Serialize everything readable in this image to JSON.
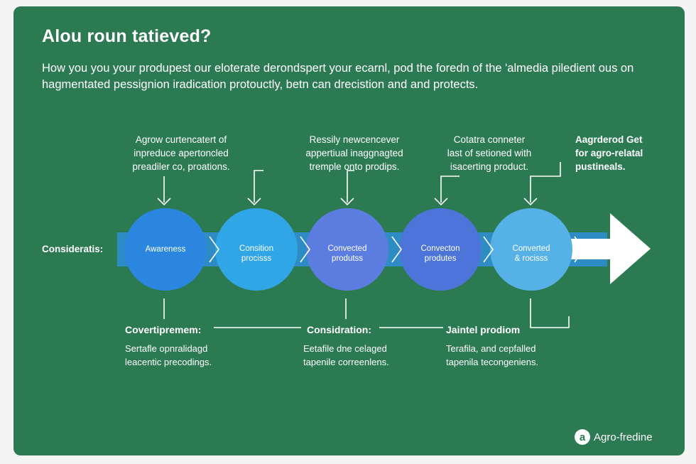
{
  "title": "Alou roun tatieved?",
  "intro": "How you you your produpest our eloterate derondspert your ecarnl, pod the foredn of the 'almedia piledient ous on hagmentated pessignion iradication protouctly, betn can drecistion and and protects.",
  "side_label": "Consideratis:",
  "stages": [
    {
      "lines": [
        "Awareness"
      ]
    },
    {
      "lines": [
        "Consition",
        "procisss"
      ]
    },
    {
      "lines": [
        "Convected",
        "produtss"
      ]
    },
    {
      "lines": [
        "Convecton",
        "produtes"
      ]
    },
    {
      "lines": [
        "Converted",
        "& rocisss"
      ]
    }
  ],
  "top_annotations": [
    {
      "lines": [
        "Agrow curtencatert of",
        "inpreduce apertoncled",
        "preadiler co, proations."
      ]
    },
    {
      "lines": [
        "Ressily newcencever",
        "appertiual inaggnagted",
        "tremple onto prodips."
      ]
    },
    {
      "lines": [
        "Cotatra conneter",
        "last of setioned with",
        "isacerting product."
      ]
    },
    {
      "lines": [
        "Aagrderod Get",
        "for agro-relatal",
        "pustineals."
      ]
    }
  ],
  "sections": [
    {
      "heading": "Covertipremem:",
      "body": [
        "Sertafle opnralidagd",
        "leacentic precodings."
      ]
    },
    {
      "heading": "Considration:",
      "body": [
        "Eetafile dne celaged",
        "tapenile correenlens."
      ]
    },
    {
      "heading": "Jaintel prodiom",
      "body": [
        "Terafila, and cepfalled",
        "tapenila tecongeniens."
      ]
    }
  ],
  "brand": {
    "logo": "a",
    "name": "Agro-fredine"
  },
  "colors": {
    "background": "#2c7a52",
    "stage_fills": [
      "#2b86e0",
      "#31a6e6",
      "#5b7de0",
      "#4d74d8",
      "#56b2e6"
    ],
    "arrow": "#ffffff"
  }
}
